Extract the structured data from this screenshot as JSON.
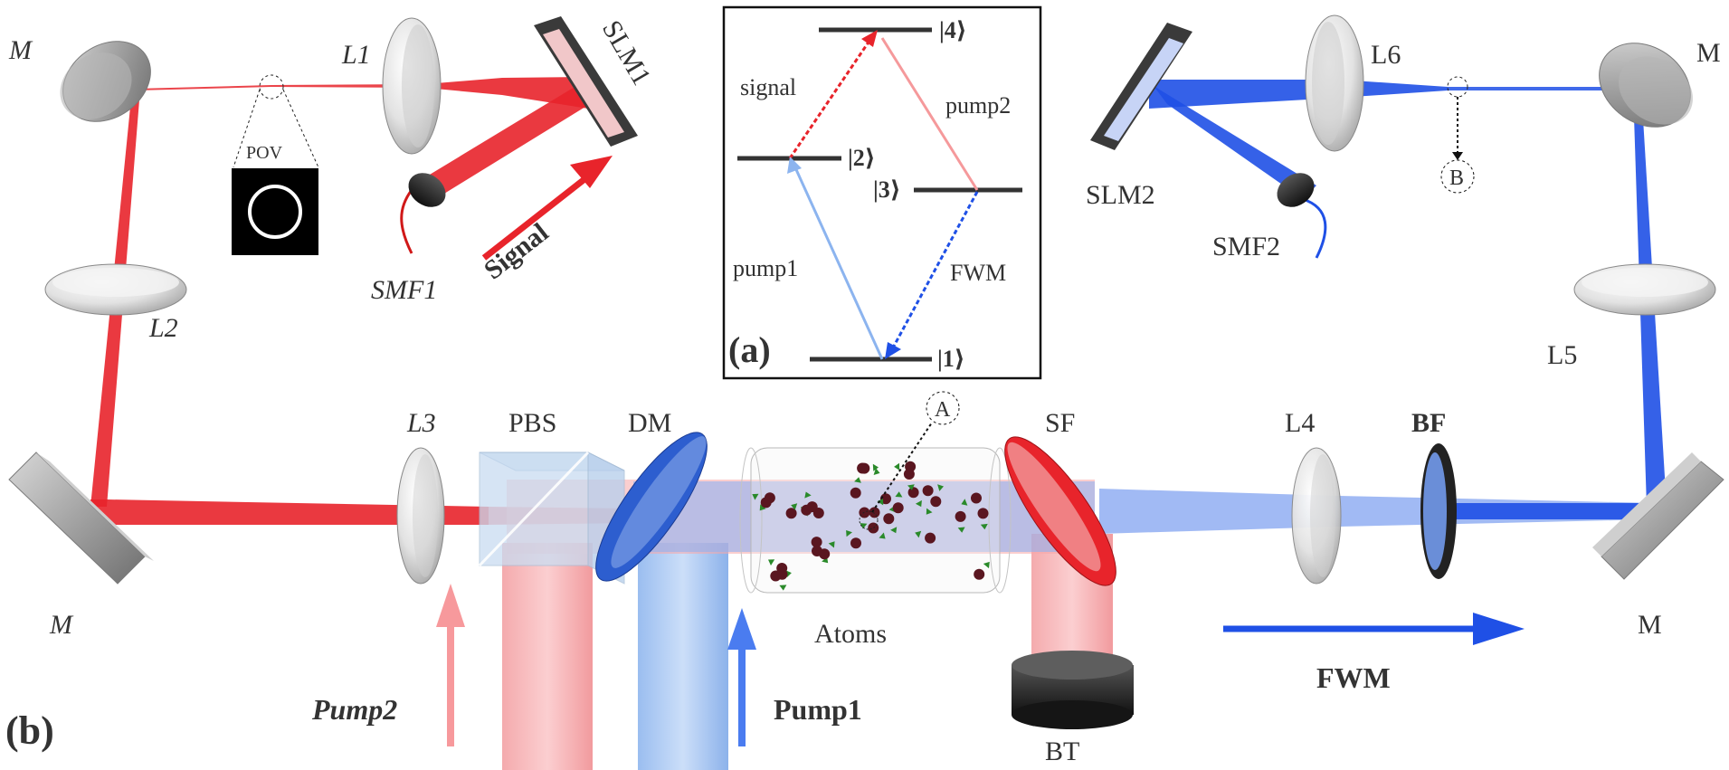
{
  "panel_a": {
    "tag": "(a)",
    "levels": {
      "l1": "|1⟩",
      "l2": "|2⟩",
      "l3": "|3⟩",
      "l4": "|4⟩"
    },
    "transitions": {
      "signal": "signal",
      "pump1": "pump1",
      "pump2": "pump2",
      "fwm": "FWM"
    }
  },
  "panel_b": {
    "tag": "(b)",
    "mirrors": {
      "tl": "M",
      "tr": "M",
      "bl": "M",
      "br": "M"
    },
    "lenses": {
      "l1": "L1",
      "l2": "L2",
      "l3": "L3",
      "l4": "L4",
      "l5": "L5",
      "l6": "L6"
    },
    "slm1": "SLM1",
    "slm2": "SLM2",
    "smf1": "SMF1",
    "smf2": "SMF2",
    "pov": "POV",
    "signal": "Signal",
    "pbs": "PBS",
    "dm": "DM",
    "sf": "SF",
    "bf": "BF",
    "bt": "BT",
    "atoms": "Atoms",
    "pump1": "Pump1",
    "pump2": "Pump2",
    "fwm": "FWM",
    "marker_a": "A",
    "marker_b": "B"
  },
  "colors": {
    "red_beam": "#e8242b",
    "blue_beam": "#1f50e6",
    "pink_beam": "#f7a5a8",
    "light_blue_beam": "#9cc1f1",
    "mirror_gray": "#9a9a9a",
    "atom": "#5a1620",
    "atom_arrow": "#2a8a2a"
  }
}
